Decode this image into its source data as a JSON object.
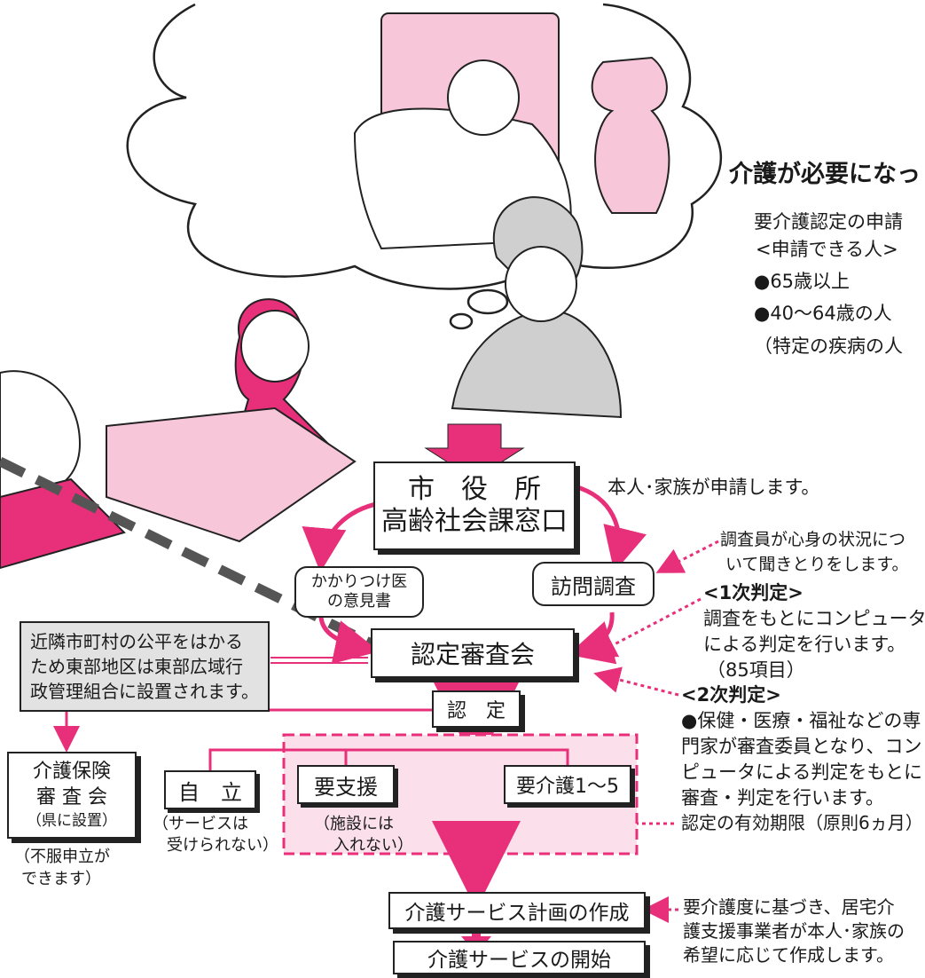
{
  "colors": {
    "accent": "#e8307a",
    "accent_light": "#f7c6d9",
    "ink": "#222222"
  },
  "header": {
    "title": "介護が必要になっ",
    "apply_note": "要介護認定の申請",
    "eligible_heading": "<申請できる人>",
    "eligible_items": [
      "●65歳以上",
      "●40〜64歳の人",
      "（特定の疾病の人"
    ]
  },
  "city_office": {
    "line1": "市　役　所",
    "line2": "高齢社会課窓口"
  },
  "apply_note": "本人･家族が申請します。",
  "doctor_opinion": {
    "line1": "かかりつけ医",
    "line2": "の意見書"
  },
  "home_visit": "訪問調査",
  "visit_note": {
    "line1": "調査員が心身の状況につ",
    "line2": "いて聞きとりをします。"
  },
  "first_judgment": {
    "heading": "<1次判定>",
    "line1": "調査をもとにコンピュータ",
    "line2": "による判定を行います。",
    "line3": "（85項目）"
  },
  "committee": "認定審査会",
  "committee_note": {
    "line1": "近隣市町村の公平をはかる",
    "line2": "ため東部地区は東部広域行",
    "line3": "政管理組合に設置されます。"
  },
  "second_judgment": {
    "heading": "<2次判定>",
    "line1": "●保健・医療・福祉などの専",
    "line2": "門家が審査委員となり、コン",
    "line3": "ピュータによる判定をもとに",
    "line4": "審査・判定を行います。"
  },
  "certification": "認　定",
  "appeal_board": {
    "line1": "介護保険",
    "line2": "審 査 会",
    "line3": "（県に設置）"
  },
  "appeal_note": {
    "line1": "（不服申立が",
    "line2": "できます）"
  },
  "independent": {
    "label": "自　立",
    "note1": "（サービスは",
    "note2": "受けられない）"
  },
  "support_needed": {
    "label": "要支援",
    "note1": "（施設には",
    "note2": "入れない）"
  },
  "care_needed": {
    "label": "要介護1〜5"
  },
  "validity_note": "認定の有効期限（原則6ヵ月）",
  "care_plan": "介護サービス計画の作成",
  "care_plan_note": {
    "line1": "要介護度に基づき、居宅介",
    "line2": "護支援事業者が本人･家族の",
    "line3": "希望に応じて作成します。"
  },
  "service_start": "介護サービスの開始"
}
